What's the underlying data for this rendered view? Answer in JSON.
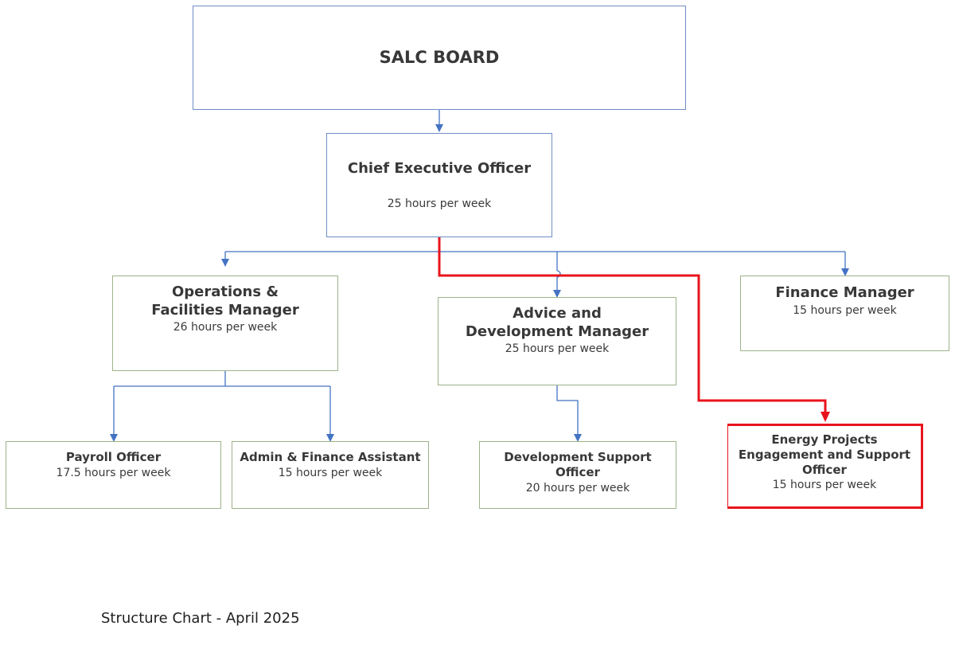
{
  "board": {
    "title": "SALC BOARD"
  },
  "ceo": {
    "title": "Chief Executive Officer",
    "hours": "25 hours per week"
  },
  "operations": {
    "title": "Operations & Facilities Manager",
    "hours": "26 hours per week"
  },
  "advice": {
    "title": "Advice and Development Manager",
    "hours": "25 hours per week"
  },
  "finance_manager": {
    "title": "Finance Manager",
    "hours": "15 hours per week"
  },
  "payroll": {
    "title": "Payroll Officer",
    "hours": "17.5 hours per week"
  },
  "admin": {
    "title": "Admin & Finance Assistant",
    "hours": "15 hours per week"
  },
  "dev_support": {
    "title": "Development Support Officer",
    "hours": "20 hours per week"
  },
  "energy": {
    "title": "Energy Projects Engagement and Support Officer",
    "hours": "15 hours per week"
  },
  "caption": "Structure Chart - April 2025",
  "colors": {
    "connector": "#4472c4",
    "highlight": "#e8141c",
    "blue_border": "#6f8ec4",
    "green_border": "#9db38a"
  }
}
